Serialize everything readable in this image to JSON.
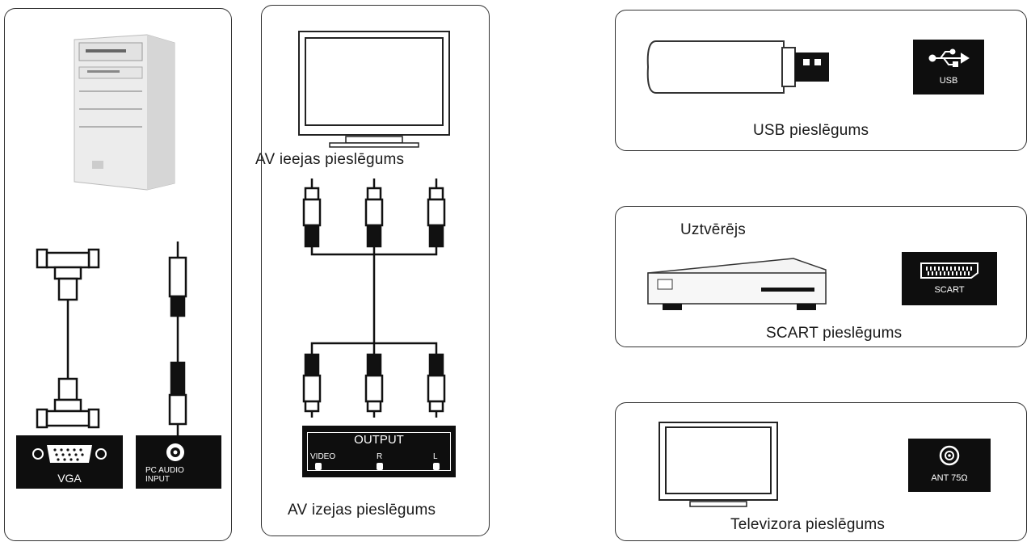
{
  "pc_panel": {
    "vga_port_label": "VGA",
    "audio_port_label": "PC AUDIO\nINPUT"
  },
  "av_panel": {
    "input_caption": "AV ieejas pieslēgums",
    "output_caption": "AV izejas pieslēgums",
    "output_port_label": "OUTPUT",
    "video_label": "VIDEO",
    "r_label": "R",
    "l_label": "L"
  },
  "usb_panel": {
    "caption": "USB pieslēgums",
    "port_label": "USB"
  },
  "scart_panel": {
    "device_caption": "Uztvērējs",
    "caption": "SCART pieslēgums",
    "port_label": "SCART"
  },
  "tv_panel": {
    "caption": "Televizora pieslēgums",
    "port_label": "ANT 75Ω"
  }
}
